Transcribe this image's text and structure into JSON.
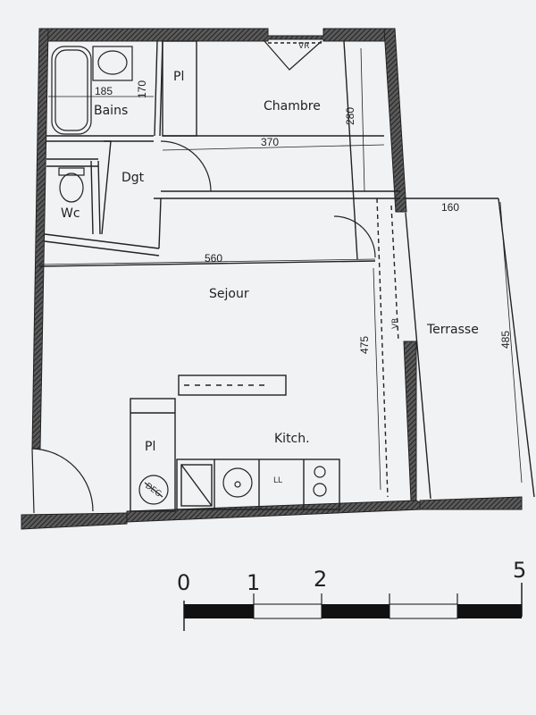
{
  "rooms": {
    "bains": "Bains",
    "pl_top": "Pl",
    "chambre": "Chambre",
    "dgt": "Dgt",
    "wc": "Wc",
    "sejour": "Sejour",
    "terrasse": "Terrasse",
    "pl_bottom": "Pl",
    "kitch": "Kitch."
  },
  "dimensions": {
    "bath_width": "185",
    "bath_depth": "170",
    "chambre_depth": "280",
    "chambre_width": "370",
    "sejour_width": "560",
    "sejour_depth": "475",
    "terrasse_width": "160",
    "terrasse_depth": "485"
  },
  "symbols": {
    "vr_top": "VR",
    "vr_side": "VR",
    "fridge_mark": "DEG",
    "sink_mark": "LL"
  },
  "scale": {
    "ticks": [
      "0",
      "1",
      "2",
      "5"
    ]
  },
  "colors": {
    "wall": "#3a3a3a",
    "line": "#222222",
    "paper": "#f1f2f4"
  }
}
